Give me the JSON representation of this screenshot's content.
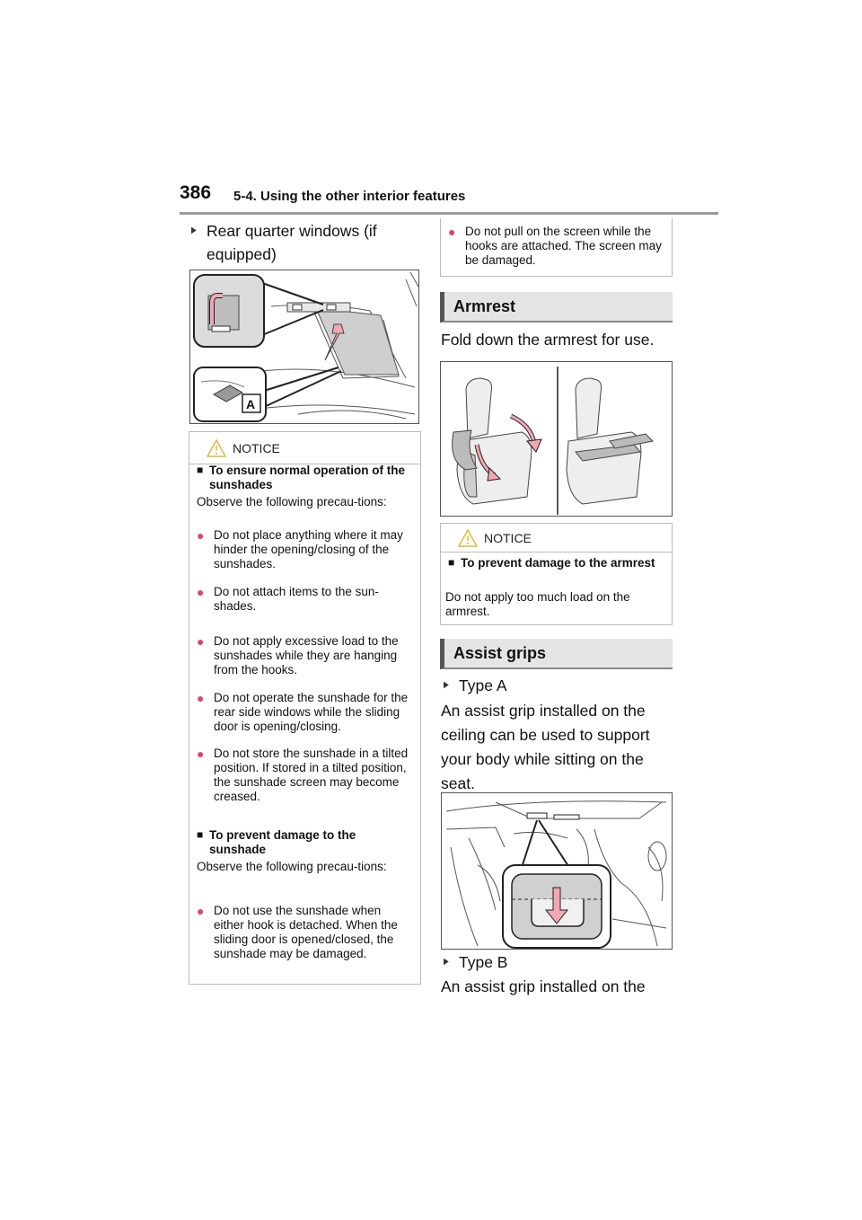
{
  "header": {
    "page_number": "386",
    "section": "5-4. Using the other interior features"
  },
  "left": {
    "rear_quarter": {
      "line1": "Rear quarter windows (if",
      "line2": "equipped)"
    },
    "figure_label": "A",
    "notice": {
      "label": "NOTICE",
      "title1": "To ensure normal operation of the sunshades",
      "text1": "Observe the following precau-tions:",
      "bullets1": [
        "Do not place anything where it may hinder the opening/closing of the sunshades.",
        "Do not attach items to the sun-shades.",
        "Do not apply excessive load to the sunshades while they are hanging from the hooks.",
        "Do not operate the sunshade for the rear side windows while the sliding door is opening/closing.",
        "Do not store the sunshade in a tilted position. If stored in a tilted position, the sunshade screen may become creased."
      ],
      "title2": "To prevent damage to the sunshade",
      "text2": "Observe the following precau-tions:",
      "bullets2": [
        "Do not use the sunshade when either hook is detached. When the sliding door is opened/closed, the sunshade may be damaged."
      ]
    }
  },
  "right": {
    "top_bullet": "Do not pull on the screen while the hooks are attached. The screen may be damaged.",
    "armrest": {
      "heading": "Armrest",
      "text": "Fold down the armrest for use.",
      "notice_label": "NOTICE",
      "notice_title": "To prevent damage to the armrest",
      "notice_text": "Do not apply too much load on the armrest."
    },
    "assist": {
      "heading": "Assist grips",
      "type_a": "Type A",
      "type_a_text": [
        "An assist grip installed on the",
        "ceiling can be used to support",
        "your body while sitting on the",
        "seat."
      ],
      "type_b": "Type B",
      "type_b_text": "An assist grip installed on the"
    }
  }
}
